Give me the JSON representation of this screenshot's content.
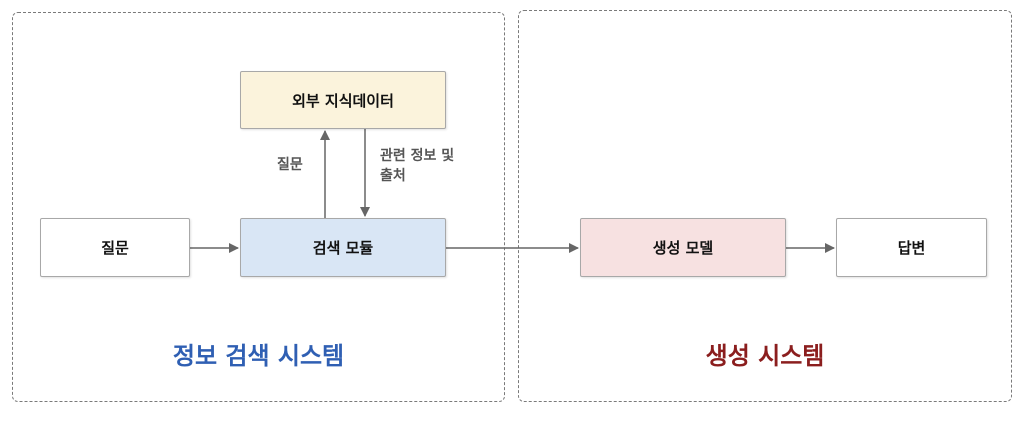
{
  "groups": {
    "retrieval": {
      "title": "정보 검색 시스템",
      "color": "#2f5fb3"
    },
    "generation": {
      "title": "생성 시스템",
      "color": "#8b1e1e"
    }
  },
  "nodes": {
    "question": {
      "label": "질문",
      "fill": "#ffffff"
    },
    "external_knowledge": {
      "label": "외부 지식데이터",
      "fill": "#fbf3dc"
    },
    "search_module": {
      "label": "검색 모듈",
      "fill": "#d9e6f5"
    },
    "generation_model": {
      "label": "생성 모델",
      "fill": "#f7e1e1"
    },
    "answer": {
      "label": "답변",
      "fill": "#ffffff"
    }
  },
  "edge_labels": {
    "query": "질문",
    "related_info_line1": "관련 정보 및",
    "related_info_line2": "출처"
  },
  "colors": {
    "arrow": "#666666",
    "border": "#a8a8a8"
  }
}
